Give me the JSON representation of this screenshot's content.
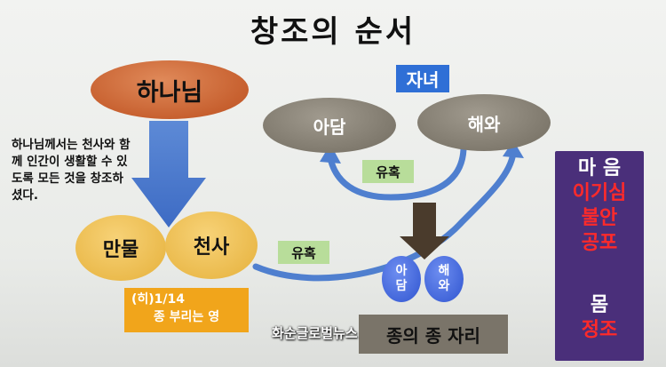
{
  "title": "창조의 순서",
  "god": "하나님",
  "note": "하나님께서는 천사와 함께 인간이 생활할 수 있도록 모든 것을 창조하셨다.",
  "things": "만물",
  "angels": "천사",
  "adam": "아담",
  "eve": "해와",
  "children": "자녀",
  "temptation_top": "유혹",
  "temptation_bottom": "유혹",
  "small_adam": [
    "아",
    "담"
  ],
  "small_eve": [
    "해",
    "와"
  ],
  "servant_box": {
    "line1": "(히)1/14",
    "line2": "종 부리는 영"
  },
  "servant_slot": "종의 종 자리",
  "mind_box": {
    "mind": "마 음",
    "mind_items": [
      "이기심",
      "불안",
      "공포"
    ],
    "body": "몸",
    "body_items": [
      "정조"
    ]
  },
  "watermark": "화순글로벌뉴스",
  "colors": {
    "god_oval": "#c7602f",
    "yellow_oval": "#eab94a",
    "gray_oval": "#7d776b",
    "blue_box": "#2f6fd6",
    "green_label": "#b8dd9a",
    "orange_box": "#f1a51b",
    "purple_box": "#4a2f7a",
    "red_text": "#ff2a2a",
    "arrow_blue": "#4f7fcf",
    "arrow_dark": "#4a3b2c"
  }
}
